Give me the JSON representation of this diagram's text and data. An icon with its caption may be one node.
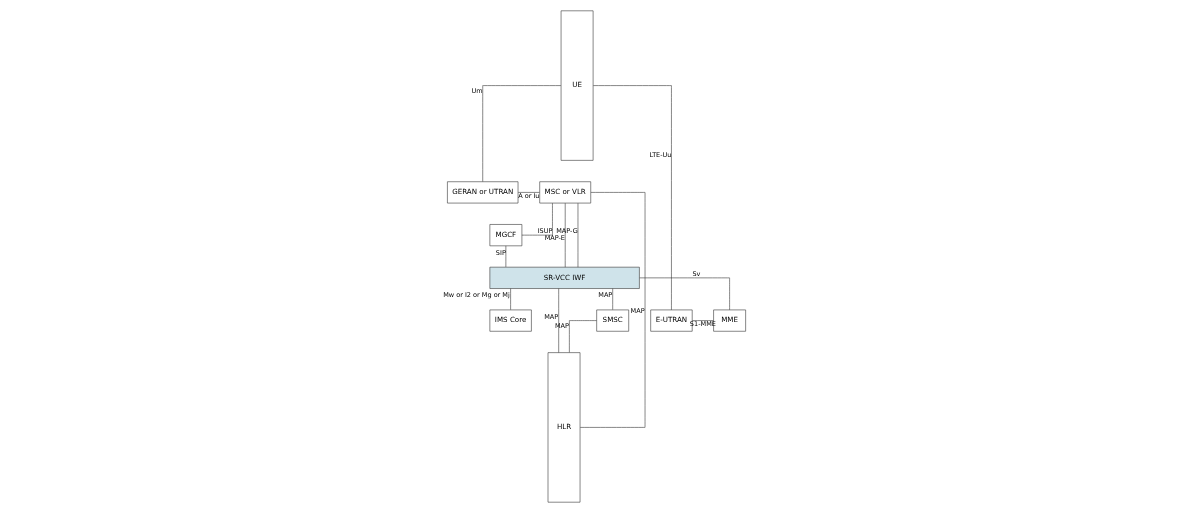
{
  "diagram": {
    "nodes": [
      {
        "text": [
          "UE"
        ]
      },
      {
        "text": [
          "GERAN or UTRAN"
        ]
      },
      {
        "text": [
          "MSC or VLR"
        ]
      },
      {
        "text": [
          "HLR"
        ]
      },
      {
        "text": [
          "MGCF"
        ]
      },
      {
        "text": [
          "SR-VCC IWF"
        ]
      },
      {
        "text": [
          "E-UTRAN"
        ]
      },
      {
        "text": [
          "MME"
        ]
      },
      {
        "text": [
          "IMS Core"
        ]
      },
      {
        "text": [
          "SMSC"
        ]
      }
    ],
    "edges": [
      {
        "from": 0,
        "to": 1,
        "arrow": "none",
        "label": "Um"
      },
      {
        "from": 1,
        "to": 2,
        "arrow": "none",
        "label": "A or Iu"
      },
      {
        "from": 2,
        "to": 3,
        "arrow": "none",
        "label": "MAP"
      },
      {
        "from": 2,
        "to": 4,
        "arrow": "none",
        "label": "ISUP"
      },
      {
        "from": 2,
        "to": 5,
        "arrow": "none",
        "label": "MAP-E"
      },
      {
        "from": 2,
        "to": 5,
        "arrow": "none",
        "label": "MAP-G"
      },
      {
        "from": 4,
        "to": 5,
        "arrow": "none",
        "label": "SIP"
      },
      {
        "from": 5,
        "to": 3,
        "arrow": "none",
        "label": "MAP"
      },
      {
        "from": 5,
        "to": 7,
        "arrow": "none",
        "label": "Sv"
      },
      {
        "from": 5,
        "to": 8,
        "arrow": "none",
        "label": "Mw or I2 or Mg or Mj"
      },
      {
        "from": 5,
        "to": 9,
        "arrow": "none",
        "label": "MAP"
      },
      {
        "from": 0,
        "to": 6,
        "arrow": "none",
        "label": "LTE-Uu"
      },
      {
        "from": 6,
        "to": 7,
        "arrow": "none",
        "label": "S1-MME"
      },
      {
        "from": 9,
        "to": 3,
        "arrow": "none",
        "label": "MAP"
      }
    ]
  }
}
